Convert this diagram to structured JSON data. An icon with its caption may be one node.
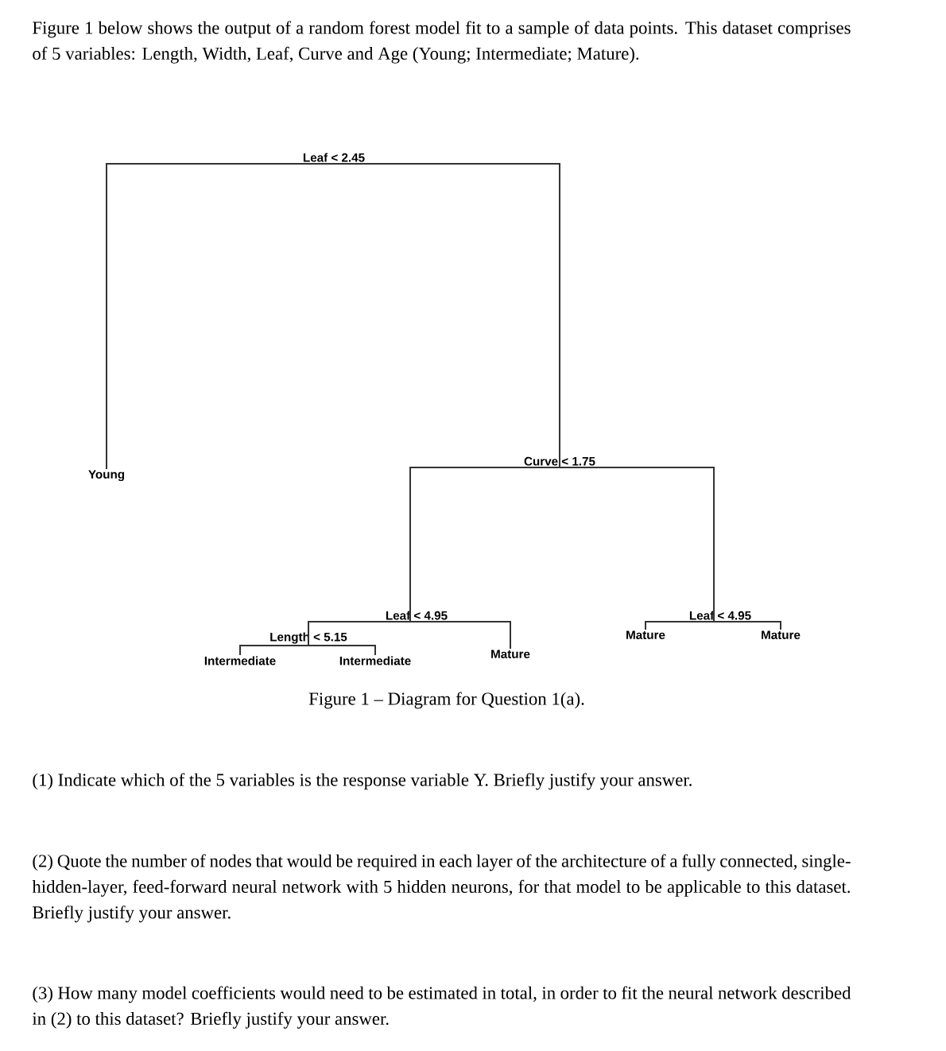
{
  "diagram": {
    "caption": "Figure 1 – Diagram for Question 1(a).",
    "nodes": [
      {
        "text": [
          "Leaf < 2.45"
        ]
      },
      {
        "text": [
          "Young"
        ]
      },
      {
        "text": [
          "Curve < 1.75"
        ]
      },
      {
        "text": [
          "Leaf < 4.95"
        ]
      },
      {
        "text": [
          "Leaf < 4.95"
        ]
      },
      {
        "text": [
          "Length < 5.15"
        ]
      },
      {
        "text": [
          "Mature"
        ]
      },
      {
        "text": [
          "Intermediate"
        ]
      },
      {
        "text": [
          "Intermediate"
        ]
      },
      {
        "text": [
          "Mature"
        ]
      },
      {
        "text": [
          "Mature"
        ]
      }
    ],
    "edges": [
      {
        "from": 0,
        "to": 1,
        "arrow": "none"
      },
      {
        "from": 0,
        "to": 2,
        "arrow": "none"
      },
      {
        "from": 2,
        "to": 3,
        "arrow": "none"
      },
      {
        "from": 2,
        "to": 4,
        "arrow": "none"
      },
      {
        "from": 3,
        "to": 5,
        "arrow": "none"
      },
      {
        "from": 3,
        "to": 6,
        "arrow": "none"
      },
      {
        "from": 5,
        "to": 7,
        "arrow": "none"
      },
      {
        "from": 5,
        "to": 8,
        "arrow": "none"
      },
      {
        "from": 4,
        "to": 9,
        "arrow": "none"
      },
      {
        "from": 4,
        "to": 10,
        "arrow": "none"
      }
    ],
    "labels": [
      "Figure 1 below shows the output of a random forest model fit to a sample of data points. This dataset comprises of 5 variables: Length, Width, Leaf, Curve and Age (Young; Intermediate; Mature).",
      "(1) Indicate which of the 5 variables is the response variable Y. Briefly justify your answer.",
      "(2) Quote the number of nodes that would be required in each layer of the architecture of a fully connected, single-hidden-layer, feed-forward neural network with 5 hidden neurons, for that model to be applicable to this dataset. Briefly justify your answer.",
      "(3) How many model coefficients would need to be estimated in total, in order to fit the neural network described in (2) to this dataset? Briefly justify your answer."
    ]
  }
}
